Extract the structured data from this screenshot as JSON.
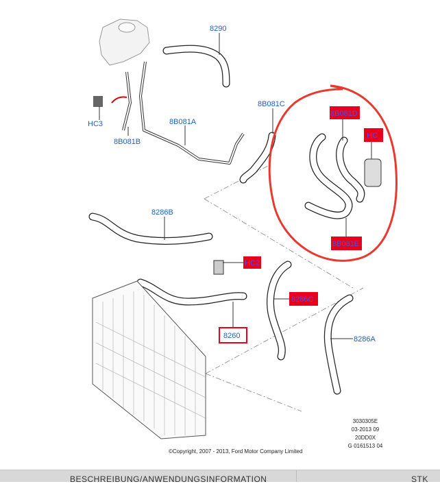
{
  "diagram": {
    "labels": {
      "p8290": "8290",
      "p8b081c": "8B081C",
      "p8b081d": "8B081D",
      "hc": "HC",
      "hc3": "HC3",
      "p8b081b": "8B081B",
      "p8b081a": "8B081A",
      "p8286b": "8286B",
      "p8b081e": "8B081E",
      "hc2": "HC2",
      "p8286c": "8286C",
      "p8260": "8260",
      "p8286a": "8286A"
    },
    "highlight_color": "#e8001c",
    "label_color": "#1f5fbf",
    "annotation_circle_color": "#e8392e"
  },
  "meta": {
    "lines": [
      "3030305E",
      "03-2013 09",
      "20DD0X",
      "G 0161513 04"
    ],
    "copyright": "©Copyright, 2007 - 2013, Ford Motor Company Limited"
  },
  "bottom_bar": {
    "col1": "BESCHREIBUNG/ANWENDUNGSINFORMATION",
    "col2": "STK"
  }
}
